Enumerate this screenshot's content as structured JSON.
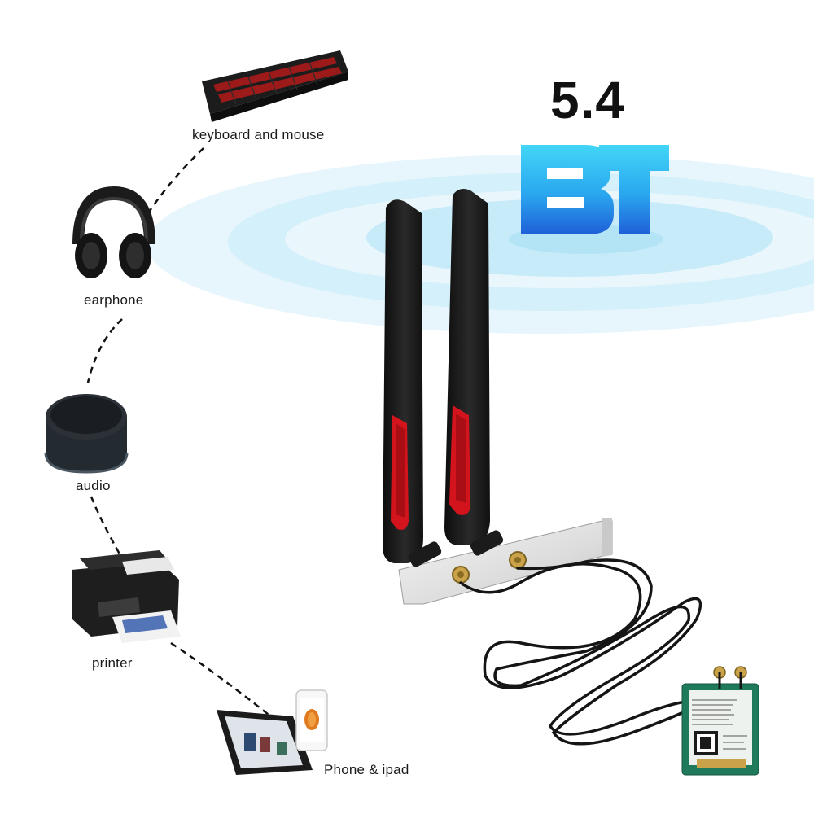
{
  "headline": {
    "version": "5.4",
    "logo_text": "BT"
  },
  "devices": [
    {
      "label": "keyboard and mouse",
      "icon": "keyboard-icon"
    },
    {
      "label": "earphone",
      "icon": "headphones-icon"
    },
    {
      "label": "audio",
      "icon": "speaker-icon"
    },
    {
      "label": "printer",
      "icon": "printer-icon"
    },
    {
      "label": "Phone & ipad",
      "icon": "tablet-phone-icon"
    }
  ],
  "colors": {
    "antenna_body": "#1b1b1b",
    "antenna_accent": "#d3141c",
    "wave_blue": "#bfe8f7",
    "bt_gradient_top": "#3fd0f6",
    "bt_gradient_bottom": "#1f6fe0",
    "card_pcb": "#1f7a5c"
  }
}
